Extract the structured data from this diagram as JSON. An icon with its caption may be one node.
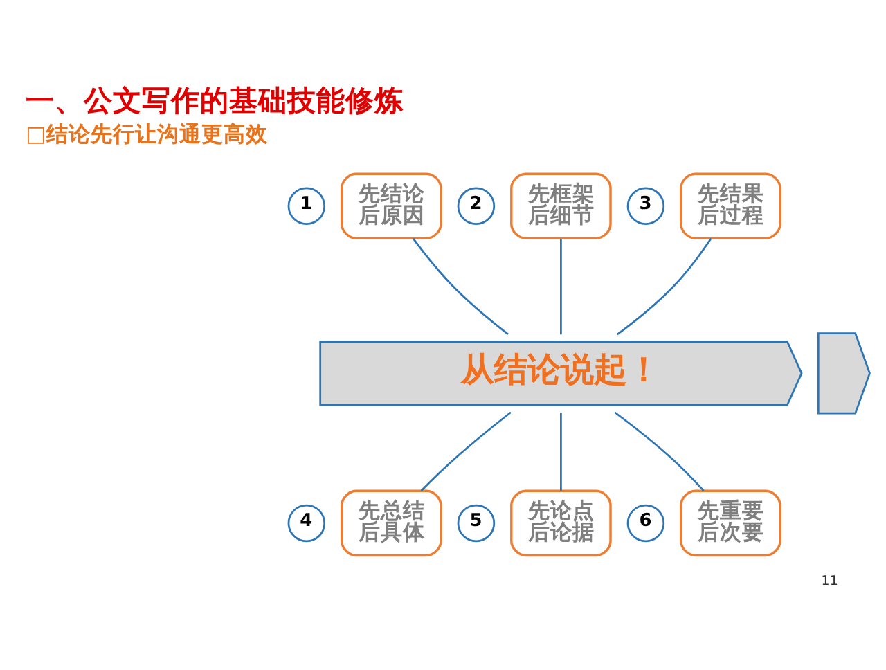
{
  "diagram": {
    "title": "一、公文写作的基础技能修炼",
    "nodes": [
      {
        "text": [
          "1"
        ]
      },
      {
        "text": [
          "先结论",
          "后原因"
        ]
      },
      {
        "text": [
          "2"
        ]
      },
      {
        "text": [
          "先框架",
          "后细节"
        ]
      },
      {
        "text": [
          "3"
        ]
      },
      {
        "text": [
          "先结果",
          "后过程"
        ]
      },
      {
        "text": [
          "从结论说起！"
        ]
      },
      {
        "text": [],
        "shape": "chevron"
      },
      {
        "text": [
          "4"
        ]
      },
      {
        "text": [
          "先总结",
          "后具体"
        ]
      },
      {
        "text": [
          "5"
        ]
      },
      {
        "text": [
          "先论点",
          "后论据"
        ]
      },
      {
        "text": [
          "6"
        ]
      },
      {
        "text": [
          "先重要",
          "后次要"
        ]
      }
    ],
    "edges": [
      {
        "from": 1,
        "to": 6,
        "arrow": "none"
      },
      {
        "from": 3,
        "to": 6,
        "arrow": "none"
      },
      {
        "from": 5,
        "to": 6,
        "arrow": "none"
      },
      {
        "from": 6,
        "to": 9,
        "arrow": "none"
      },
      {
        "from": 6,
        "to": 11,
        "arrow": "none"
      },
      {
        "from": 6,
        "to": 13,
        "arrow": "none"
      }
    ],
    "labels": [
      "□结论先行让沟通更高效",
      "11"
    ]
  }
}
